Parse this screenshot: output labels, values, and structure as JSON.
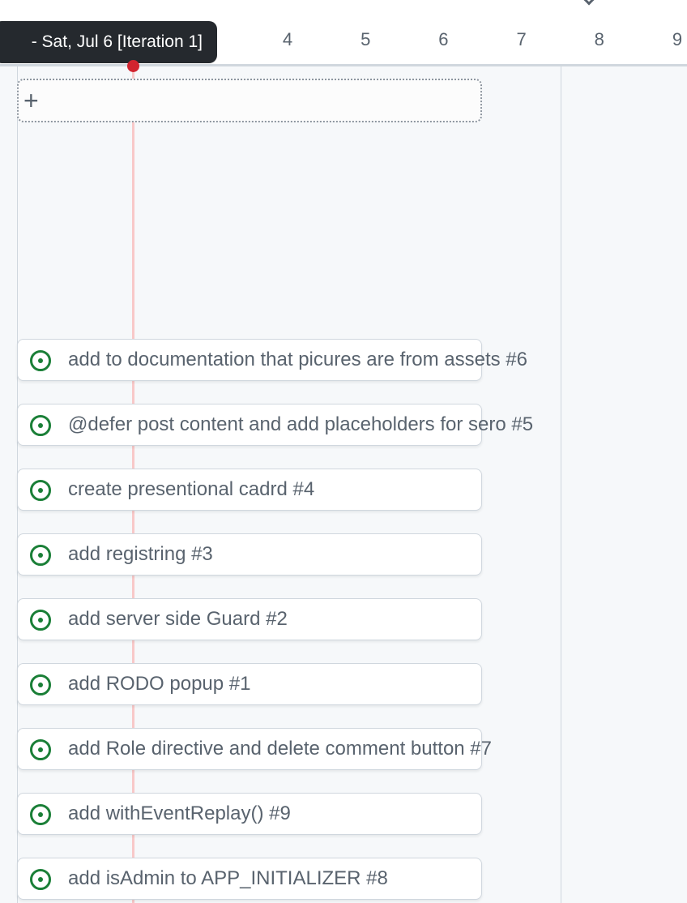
{
  "timeline": {
    "days": [
      "4",
      "5",
      "6",
      "7",
      "8",
      "9"
    ],
    "tooltip": "- Sat, Jul 6 [Iteration 1]",
    "today_color": "#d1242f"
  },
  "add_item": {
    "icon": "plus-icon"
  },
  "items": [
    {
      "title": "add to documentation that picures are from assets #6",
      "status": "open"
    },
    {
      "title": "@defer post content and add placeholders for sero #5",
      "status": "open"
    },
    {
      "title": "create presentional cadrd #4",
      "status": "open"
    },
    {
      "title": "add registring #3",
      "status": "open"
    },
    {
      "title": "add server side Guard #2",
      "status": "open"
    },
    {
      "title": "add RODO popup #1",
      "status": "open"
    },
    {
      "title": "add Role directive and delete comment button #7",
      "status": "open"
    },
    {
      "title": "add withEventReplay() #9",
      "status": "open"
    },
    {
      "title": "add isAdmin to APP_INITIALIZER #8",
      "status": "open"
    }
  ],
  "colors": {
    "open_issue": "#1a7f37",
    "text": "#59636e",
    "background": "#f6f8fa"
  }
}
